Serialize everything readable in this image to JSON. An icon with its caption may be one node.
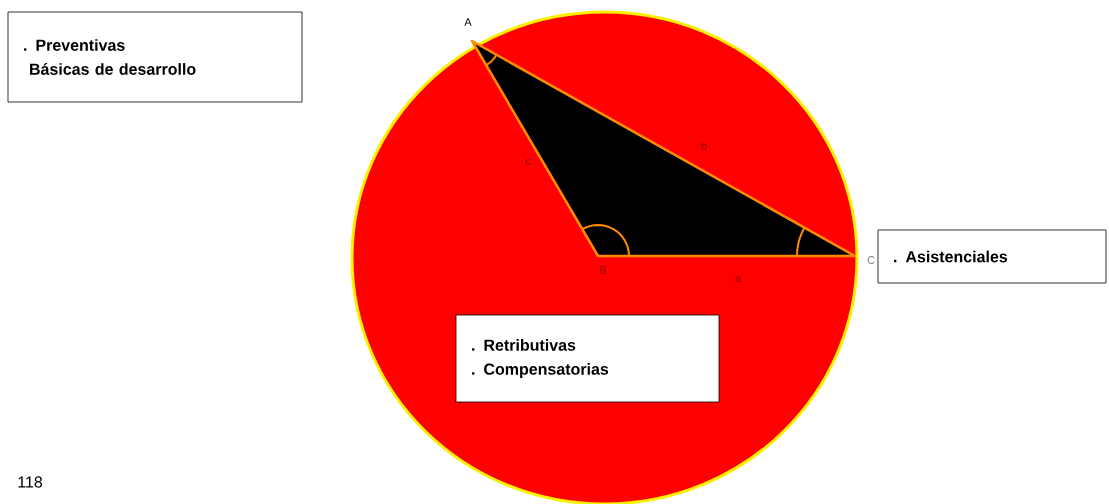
{
  "diagram": {
    "nodes": [
      {
        "text": [],
        "shape": "circle"
      },
      {
        "text": [
          ". Preventivas",
          "Básicas de desarrollo"
        ]
      },
      {
        "text": [
          ". Asistenciales"
        ]
      },
      {
        "text": [
          ". Retributivas",
          ". Compensatorias"
        ],
        "in": 0
      }
    ],
    "labels": [
      "A",
      "b",
      "c",
      "C",
      "B",
      "a",
      "118"
    ]
  }
}
